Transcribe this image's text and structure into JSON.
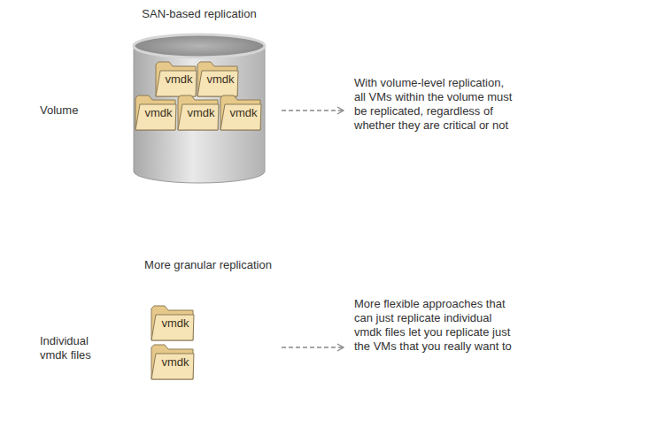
{
  "diagram": {
    "nodes": [
      {
        "text": [
          "SAN-based replication",
          "Volume"
        ]
      },
      {
        "text": [
          "vmdk"
        ],
        "in": 0
      },
      {
        "text": [
          "vmdk"
        ],
        "in": 0
      },
      {
        "text": [
          "vmdk"
        ],
        "in": 0
      },
      {
        "text": [
          "vmdk"
        ],
        "in": 0
      },
      {
        "text": [
          "vmdk"
        ],
        "in": 0
      },
      {
        "text": [
          "vmdk"
        ]
      },
      {
        "text": [
          "vmdk"
        ]
      }
    ],
    "labels": [
      "With volume-level replication, all VMs within the volume must be replicated, regardless of whether they are critical or not",
      "More granular replication",
      "Individual vmdk files",
      "More flexible approaches that can just replicate individual vmdk files let you replicate just the VMs that you really want to"
    ]
  }
}
